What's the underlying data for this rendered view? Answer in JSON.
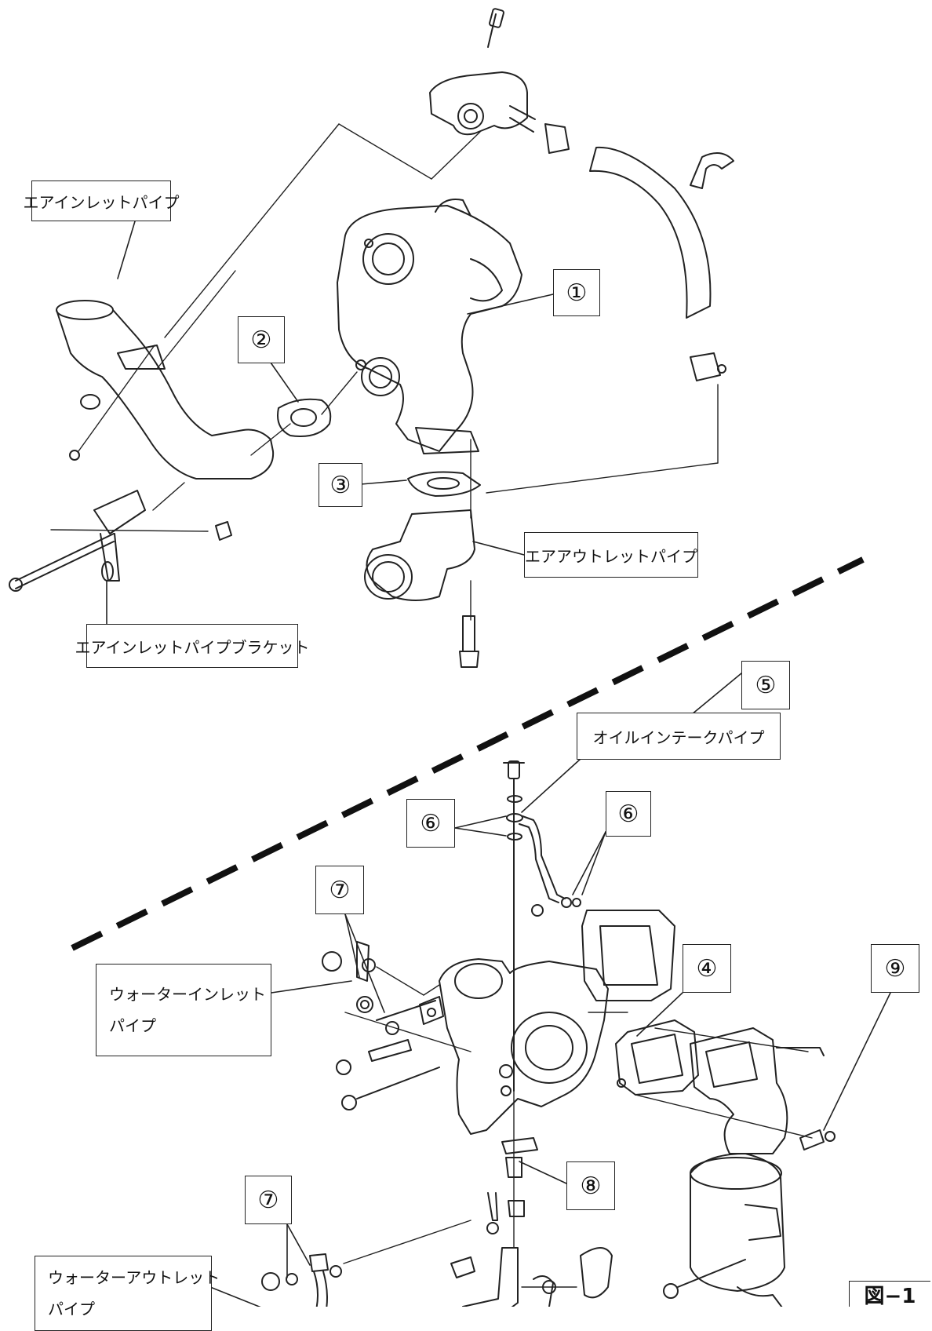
{
  "labels": {
    "air_inlet_pipe": "エアインレットパイプ",
    "air_inlet_pipe_bracket": "エアインレットパイプブラケット",
    "air_outlet_pipe": "エアアウトレットパイプ",
    "oil_intake_pipe": "オイルインテークパイプ",
    "water_inlet_pipe_line1": "ウォーターインレット",
    "water_inlet_pipe_line2": "パイプ",
    "water_outlet_pipe_line1": "ウォーターアウトレット",
    "water_outlet_pipe_line2": "パイプ"
  },
  "callouts": {
    "c1": "①",
    "c2": "②",
    "c3": "③",
    "c4": "④",
    "c5": "⑤",
    "c6a": "⑥",
    "c6b": "⑥",
    "c7a": "⑦",
    "c7b": "⑦",
    "c8": "⑧",
    "c9": "⑨"
  },
  "figure_label": "図−1"
}
